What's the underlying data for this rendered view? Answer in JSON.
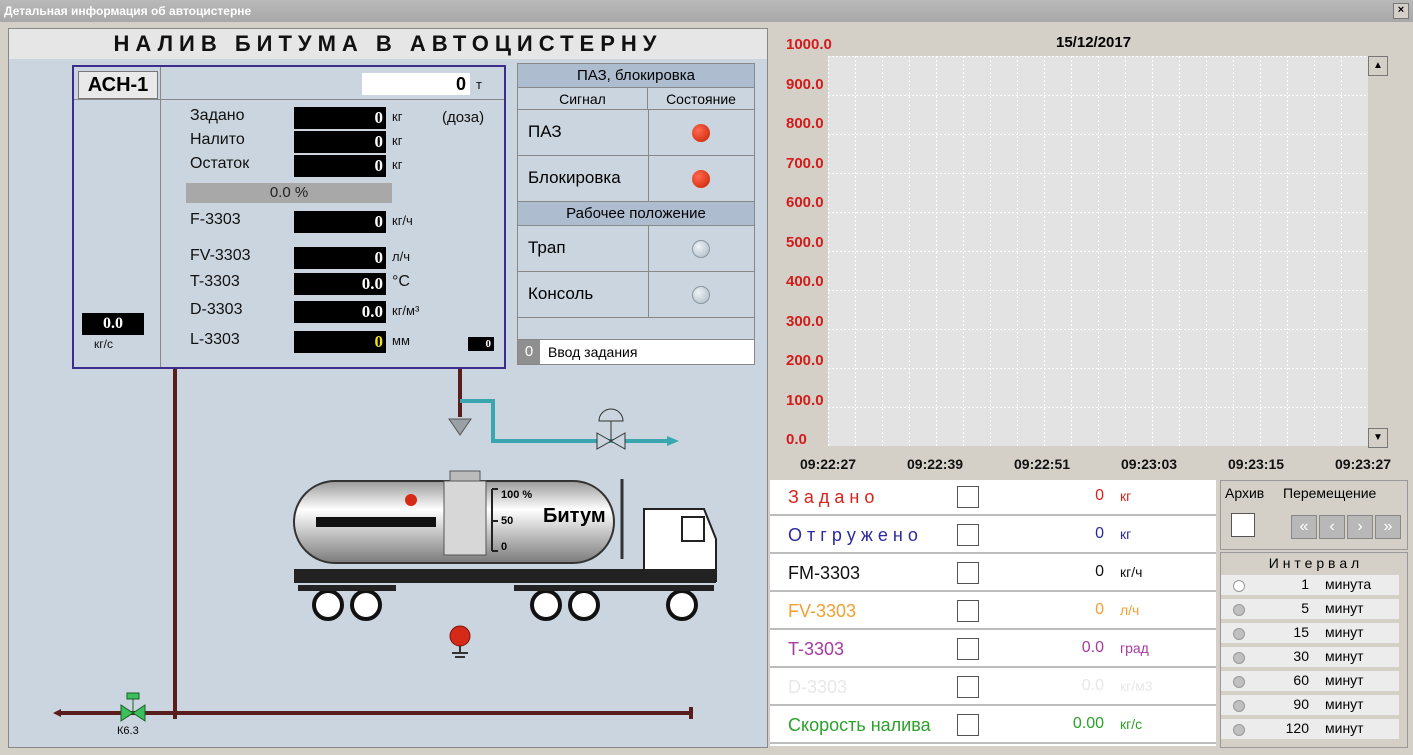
{
  "window": {
    "title": "Детальная информация об автоцистерне",
    "close_glyph": "×"
  },
  "header": {
    "title": "НАЛИВ БИТУМА В АВТОЦИСТЕРНУ"
  },
  "unit_box": {
    "name": "АСН-1",
    "total_value": "0",
    "total_unit": "т",
    "rows": [
      {
        "label": "Задано",
        "value": "0",
        "unit": "кг",
        "note": "(доза)"
      },
      {
        "label": "Налито",
        "value": "0",
        "unit": "кг"
      },
      {
        "label": "Остаток",
        "value": "0",
        "unit": "кг"
      }
    ],
    "progress_text": "0.0 %",
    "progress_fraction": 0.0,
    "sensors": [
      {
        "label": "F-3303",
        "value": "0",
        "unit": "кг/ч"
      },
      {
        "label": "FV-3303",
        "value": "0",
        "unit": "л/ч"
      },
      {
        "label": "T-3303",
        "value": "0.0",
        "unit": "°C"
      },
      {
        "label": "D-3303",
        "value": "0.0",
        "unit": "кг/м³"
      },
      {
        "label": "L-3303",
        "value": "0",
        "unit": "мм"
      }
    ],
    "flow_value": "0.0",
    "flow_unit": "кг/с",
    "small_value": "0"
  },
  "paz": {
    "title": "ПАЗ, блокировка",
    "col1": "Сигнал",
    "col2": "Состояние",
    "rows": [
      {
        "label": "ПАЗ",
        "state": "red"
      },
      {
        "label": "Блокировка",
        "state": "red"
      }
    ],
    "section": "Рабочее положение",
    "rows2": [
      {
        "label": "Трап",
        "state": "grey"
      },
      {
        "label": "Консоль",
        "state": "grey"
      }
    ]
  },
  "entry": {
    "value": "0",
    "label": "Ввод задания"
  },
  "tank": {
    "label": "Битум",
    "scale": [
      "100 %",
      "50",
      "0"
    ]
  },
  "valve_label": "К6.3",
  "chart_data": {
    "type": "line",
    "title": "15/12/2017",
    "yticks": [
      "1000.0",
      "900.0",
      "800.0",
      "700.0",
      "600.0",
      "500.0",
      "400.0",
      "300.0",
      "200.0",
      "100.0",
      "0.0"
    ],
    "ylim": [
      0,
      1000
    ],
    "xticks": [
      "09:22:27",
      "09:22:39",
      "09:22:51",
      "09:23:03",
      "09:23:15",
      "09:23:27"
    ],
    "series": [],
    "grid": true
  },
  "legend_table": [
    {
      "name": "З а д а н о",
      "value": "0",
      "unit": "кг",
      "color": "#d8231c"
    },
    {
      "name": "О т г р у ж е н о",
      "value": "0",
      "unit": "кг",
      "color": "#2b2a9e"
    },
    {
      "name": "FM-3303",
      "value": "0",
      "unit": "кг/ч",
      "color": "#111111"
    },
    {
      "name": "FV-3303",
      "value": "0",
      "unit": "л/ч",
      "color": "#f0a030"
    },
    {
      "name": "T-3303",
      "value": "0.0",
      "unit": "град",
      "color": "#a53aa0"
    },
    {
      "name": "D-3303",
      "value": "0.0",
      "unit": "кг/м3",
      "color": "#e8e8e8"
    },
    {
      "name": "Скорость налива",
      "value": "0.00",
      "unit": "кг/с",
      "color": "#2aa12a"
    }
  ],
  "archive": {
    "label": "Архив",
    "move_label": "Перемещение",
    "buttons": [
      "«",
      "‹",
      "›",
      "»"
    ]
  },
  "interval": {
    "title": "И н т е р в а л",
    "rows": [
      {
        "num": "1",
        "unit": "минута",
        "selected": true
      },
      {
        "num": "5",
        "unit": "минут"
      },
      {
        "num": "15",
        "unit": "минут"
      },
      {
        "num": "30",
        "unit": "минут"
      },
      {
        "num": "60",
        "unit": "минут"
      },
      {
        "num": "90",
        "unit": "минут"
      },
      {
        "num": "120",
        "unit": "минут"
      }
    ]
  }
}
